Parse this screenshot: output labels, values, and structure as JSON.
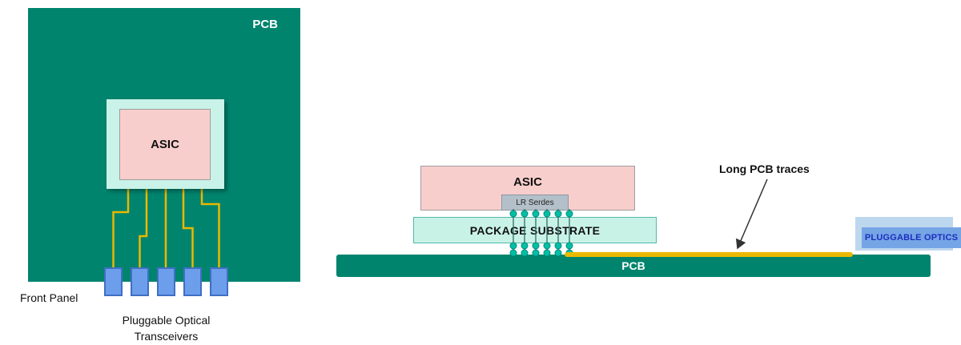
{
  "colors": {
    "pcb_teal": "#00846E",
    "asic_pink": "#F8CECC",
    "package_mint": "#C9F2E8",
    "trace_yellow": "#E9B800",
    "module_blue": "#6D9EEB",
    "ball_teal": "#00BFA5",
    "serdes_gray": "#B4C0C9",
    "optics_light_blue": "#BDD7EE",
    "optics_blue": "#76A5E6",
    "optics_text_blue": "#1C2FBE"
  },
  "left": {
    "pcb_label": "PCB",
    "asic_label": "ASIC",
    "front_panel_label": "Front Panel",
    "transceivers_label": "Pluggable Optical Transceivers",
    "module_count": 5
  },
  "right": {
    "asic_label": "ASIC",
    "lr_serdes_label": "LR Serdes",
    "package_substrate_label": "PACKAGE SUBSTRATE",
    "pcb_label": "PCB",
    "long_traces_label": "Long PCB traces",
    "pluggable_optics_label": "PLUGGABLE OPTICS"
  }
}
